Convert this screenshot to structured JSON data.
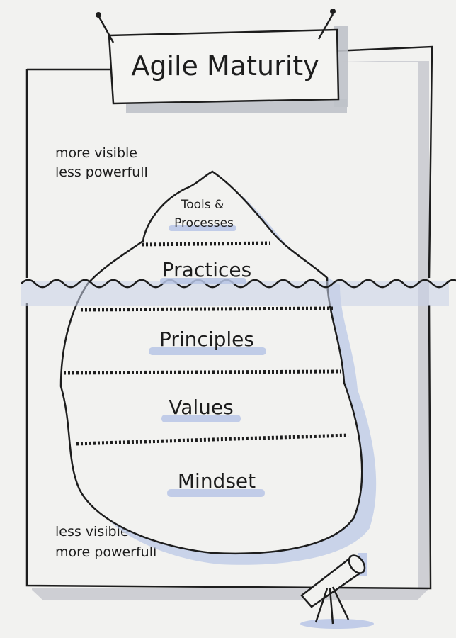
{
  "title": "Agile Maturity",
  "top_note": {
    "line1": "more visible",
    "line2": "less powerfull"
  },
  "bottom_note": {
    "line1": "less visible",
    "line2": "more powerfull"
  },
  "layers": {
    "tools_line1": "Tools &",
    "tools_line2": "Processes",
    "practices": "Practices",
    "principles": "Principles",
    "values": "Values",
    "mindset": "Mindset"
  },
  "colors": {
    "ink": "#1d1d1d",
    "shadow": "#b9bcc6",
    "highlight": "#b8c6e6",
    "paper": "#f2f2f0"
  }
}
